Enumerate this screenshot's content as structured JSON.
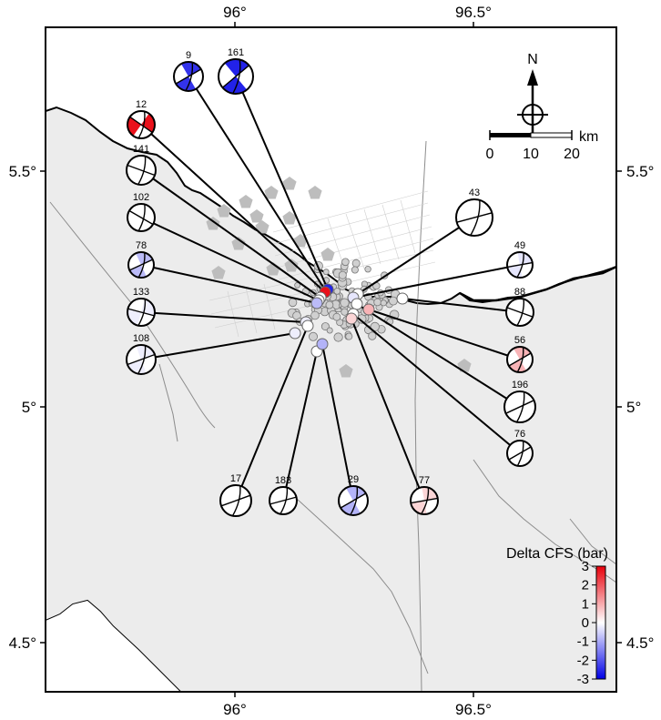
{
  "axes": {
    "x_ticks": [
      "96°",
      "96.5°"
    ],
    "y_ticks": [
      "5.5°",
      "5°",
      "4.5°"
    ]
  },
  "north_arrow": {
    "label": "N"
  },
  "scale_bar": {
    "unit": "km",
    "ticks": [
      "0",
      "10",
      "20"
    ]
  },
  "colorbar": {
    "title": "Delta CFS (bar)",
    "range": [
      -3,
      3
    ],
    "ticks": [
      "3",
      "2",
      "1",
      "0",
      "-1",
      "-2",
      "-3"
    ],
    "colors": {
      "high": "#e8000b",
      "mid": "#ffffff",
      "low": "#0000e6"
    }
  },
  "events": [
    {
      "id": "9",
      "cfs": -2.4
    },
    {
      "id": "161",
      "cfs": -2.6
    },
    {
      "id": "12",
      "cfs": 2.8
    },
    {
      "id": "141",
      "cfs": 0.0
    },
    {
      "id": "102",
      "cfs": 0.0
    },
    {
      "id": "78",
      "cfs": -0.8
    },
    {
      "id": "133",
      "cfs": -0.2
    },
    {
      "id": "108",
      "cfs": -0.2
    },
    {
      "id": "43",
      "cfs": 0.0
    },
    {
      "id": "49",
      "cfs": -0.3
    },
    {
      "id": "88",
      "cfs": 0.0
    },
    {
      "id": "56",
      "cfs": 0.9
    },
    {
      "id": "196",
      "cfs": 0.0
    },
    {
      "id": "76",
      "cfs": 0.0
    },
    {
      "id": "17",
      "cfs": 0.0
    },
    {
      "id": "183",
      "cfs": 0.0
    },
    {
      "id": "29",
      "cfs": -0.9
    },
    {
      "id": "77",
      "cfs": 0.5
    }
  ]
}
